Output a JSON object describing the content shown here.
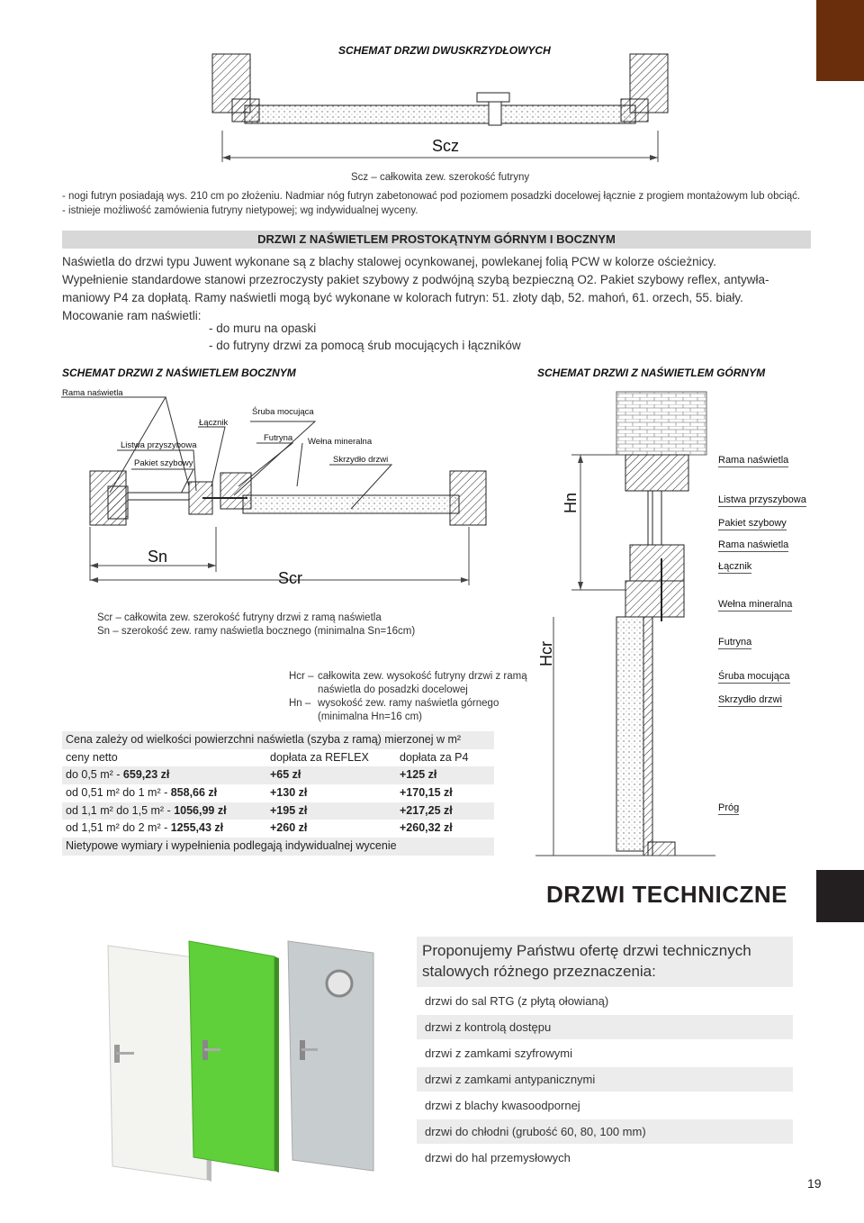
{
  "top_diagram": {
    "title": "SCHEMAT DRZWI DWUSKRZYDŁOWYCH",
    "dimension_label": "Scz",
    "caption": "Scz – całkowita zew. szerokość futryny"
  },
  "notes": [
    "- nogi futryn posiadają wys. 210 cm po złożeniu. Nadmiar nóg futryn zabetonować pod poziomem posadzki docelowej łącznie z progiem montażowym lub obciąć.",
    "- istnieje możliwość zamówienia futryny nietypowej; wg indywidualnej wyceny."
  ],
  "section": {
    "title": "DRZWI Z NAŚWIETLEM PROSTOKĄTNYM GÓRNYM I BOCZNYM",
    "para1": "Naświetla do drzwi typu Juwent wykonane są z blachy stalowej ocynkowanej, powlekanej folią PCW w kolorze ościeżnicy.",
    "para2": "Wypełnienie standardowe stanowi przezroczysty pakiet szybowy z podwójną szybą bezpieczną O2. Pakiet szybowy reflex, antywła-",
    "para3": "maniowy P4 za dopłatą. Ramy naświetli mogą być wykonane w kolorach futryn: 51. złoty dąb, 52. mahoń, 61. orzech, 55. biały.",
    "para4": "Mocowanie ram naświetli:",
    "mount1": "- do muru na opaski",
    "mount2": "- do futryny drzwi za pomocą śrub mocujących i łączników"
  },
  "side_diagram": {
    "title": "SCHEMAT DRZWI Z NAŚWIETLEM BOCZNYM",
    "labels": {
      "rama": "Rama naświetla",
      "lacznik": "Łącznik",
      "sruba": "Śruba mocująca",
      "listwa": "Listwa przyszybowa",
      "futryna": "Futryna",
      "welna": "Wełna mineralna",
      "pakiet": "Pakiet szybowy",
      "skrzydlo": "Skrzydło drzwi"
    },
    "dim_sn": "Sn",
    "dim_scr": "Scr",
    "caption1": "Scr – całkowita zew. szerokość futryny drzwi z ramą naświetla",
    "caption2": "Sn – szerokość zew. ramy naświetla bocznego (minimalna Sn=16cm)"
  },
  "top_light_diagram": {
    "title": "SCHEMAT DRZWI Z NAŚWIETLEM GÓRNYM",
    "dim_hn": "Hn",
    "dim_hcr": "Hcr",
    "labels": [
      "Rama naświetla",
      "Listwa przyszybowa",
      "Pakiet szybowy",
      "Rama naświetla",
      "Łącznik",
      "Wełna mineralna",
      "Futryna",
      "Śruba mocująca",
      "Skrzydło drzwi",
      "Próg"
    ],
    "hcr_key": "Hcr –",
    "hcr_text1": "całkowita zew. wysokość futryny drzwi z ramą",
    "hcr_text2": "naświetla do posadzki docelowej",
    "hn_key": "Hn –",
    "hn_text1": "wysokość zew. ramy naświetla górnego",
    "hn_text2": "(minimalna Hn=16 cm)"
  },
  "price_table": {
    "header": "Cena zależy od wielkości powierzchni naświetla (szyba z ramą) mierzonej w m²",
    "columns": [
      "ceny netto",
      "dopłata za REFLEX",
      "dopłata za P4"
    ],
    "rows": [
      {
        "range": "do 0,5 m² - ",
        "price": "659,23 zł",
        "reflex": "+65 zł",
        "p4": "+125 zł"
      },
      {
        "range": "od 0,51 m² do 1 m² - ",
        "price": "858,66 zł",
        "reflex": "+130 zł",
        "p4": "+170,15 zł"
      },
      {
        "range": "od 1,1 m² do 1,5 m² - ",
        "price": "1056,99 zł",
        "reflex": "+195 zł",
        "p4": "+217,25 zł"
      },
      {
        "range": "od 1,51 m² do 2 m² - ",
        "price": "1255,43 zł",
        "reflex": "+260 zł",
        "p4": "+260,32 zł"
      }
    ],
    "footer": "Nietypowe wymiary i wypełnienia podlegają indywidualnej wycenie"
  },
  "technical": {
    "title": "DRZWI TECHNICZNE",
    "offer": "Proponujemy Państwu ofertę drzwi technicznych stalowych różnego przeznaczenia:",
    "items": [
      "drzwi do sal RTG (z płytą ołowianą)",
      "drzwi z kontrolą dostępu",
      "drzwi z zamkami szyfrowymi",
      "drzwi z zamkami antypanicznymi",
      "drzwi z blachy kwasoodpornej",
      "drzwi do chłodni (grubość 60, 80, 100 mm)",
      "drzwi do hal przemysłowych"
    ]
  },
  "door_colors": [
    "#f2f2ef",
    "#5fcf3a",
    "#c7cccf"
  ],
  "page_number": "19"
}
